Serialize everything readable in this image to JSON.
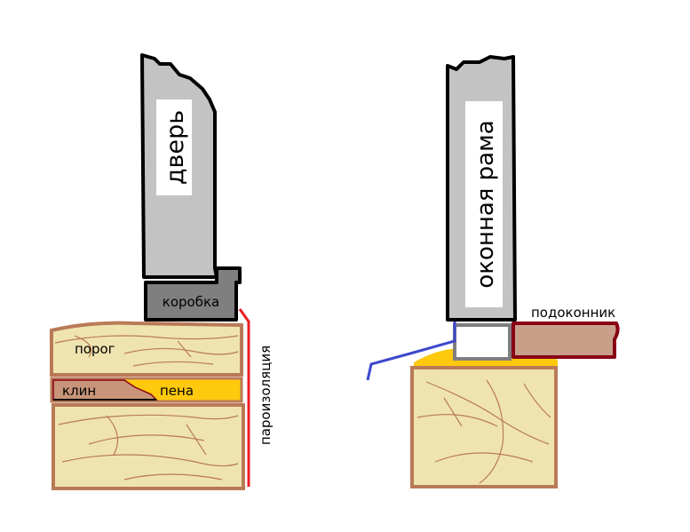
{
  "left_diagram": {
    "door_label": "дверь",
    "frame_label": "коробка",
    "threshold_label": "порог",
    "wedge_label": "клин",
    "foam_label": "пена",
    "vapor_barrier_label": "пароизоляция"
  },
  "right_diagram": {
    "window_frame_label": "оконная рама",
    "sill_label": "подоконник"
  },
  "colors": {
    "door_gray": "#c3c3c3",
    "frame_dark_gray": "#7f7f7f",
    "wood_fill": "#efe4b0",
    "wood_border": "#b97a57",
    "grain": "#b97a57",
    "foam_yellow": "#ffc90e",
    "wedge_brown": "#c8957a",
    "vapor_red": "#ed1c24",
    "sill_fill": "#c8a08a",
    "sill_border": "#880015",
    "blue_seal": "#3f48cc"
  }
}
